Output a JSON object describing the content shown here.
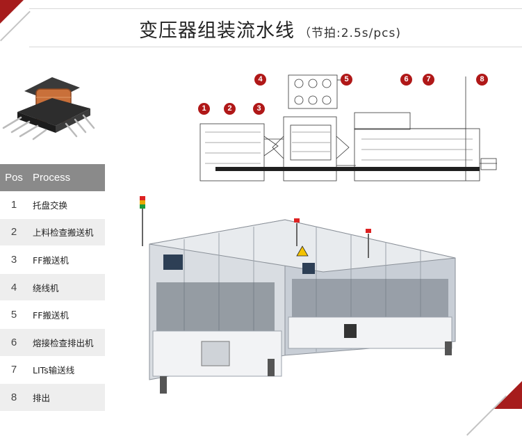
{
  "header": {
    "title": "变压器组装流水线",
    "subtitle": "（节拍:2.5s/pcs)"
  },
  "table": {
    "headers": {
      "pos": "Pos",
      "process": "Process"
    },
    "rows": [
      {
        "pos": "1",
        "process": "托盘交换"
      },
      {
        "pos": "2",
        "process": "上料检查搬送机"
      },
      {
        "pos": "3",
        "process": "FF搬送机"
      },
      {
        "pos": "4",
        "process": "绕线机"
      },
      {
        "pos": "5",
        "process": "FF搬送机"
      },
      {
        "pos": "6",
        "process": "熔接检查排出机"
      },
      {
        "pos": "7",
        "process": "LITs输送线"
      },
      {
        "pos": "8",
        "process": "排出"
      }
    ]
  },
  "drawing": {
    "markers": [
      "1",
      "2",
      "3",
      "4",
      "5",
      "6",
      "7",
      "8"
    ]
  },
  "colors": {
    "accent": "#a61c1c",
    "table_header_bg": "#8a8a8a",
    "row_alt_bg": "#eeeeee"
  }
}
